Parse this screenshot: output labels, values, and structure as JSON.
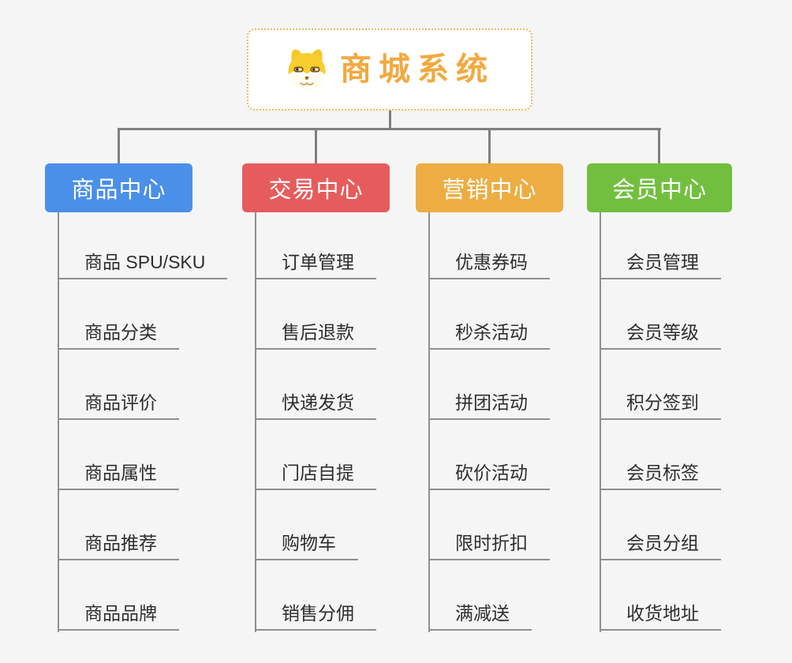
{
  "root": {
    "title": "商城系统",
    "icon": "doge-face-icon"
  },
  "branches": [
    {
      "label": "商品中心",
      "color": "#4a8fe8",
      "items": [
        "商品 SPU/SKU",
        "商品分类",
        "商品评价",
        "商品属性",
        "商品推荐",
        "商品品牌"
      ]
    },
    {
      "label": "交易中心",
      "color": "#e65c5c",
      "items": [
        "订单管理",
        "售后退款",
        "快递发货",
        "门店自提",
        "购物车",
        "销售分佣"
      ]
    },
    {
      "label": "营销中心",
      "color": "#edad42",
      "items": [
        "优惠券码",
        "秒杀活动",
        "拼团活动",
        "砍价活动",
        "限时折扣",
        "满减送"
      ]
    },
    {
      "label": "会员中心",
      "color": "#72bf3f",
      "items": [
        "会员管理",
        "会员等级",
        "积分签到",
        "会员标签",
        "会员分组",
        "收货地址"
      ]
    }
  ],
  "colors": {
    "background": "#f5f5f6",
    "connector": "#7f7f7f",
    "leaf_line": "#8f8f8f",
    "root_accent": "#f2a93e",
    "root_border": "#f3b85c"
  }
}
